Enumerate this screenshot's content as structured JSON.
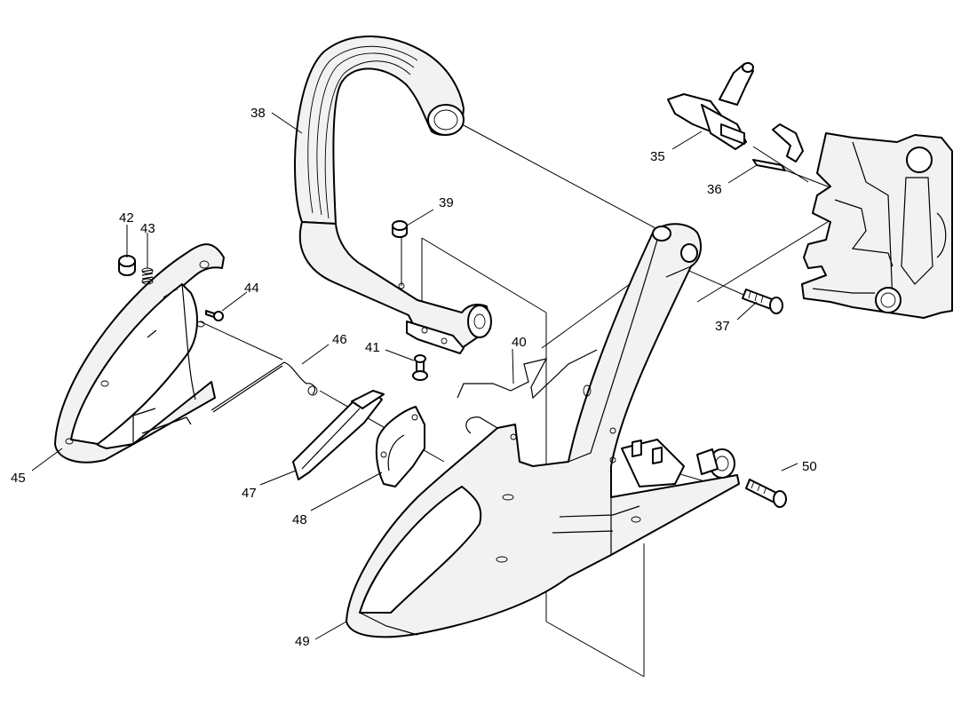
{
  "callouts": [
    "35",
    "36",
    "37",
    "38",
    "39",
    "40",
    "41",
    "42",
    "43",
    "44",
    "45",
    "46",
    "47",
    "48",
    "49",
    "50"
  ],
  "line_color": "#000000",
  "fill_color": "#f2f2f2",
  "background": "#ffffff"
}
